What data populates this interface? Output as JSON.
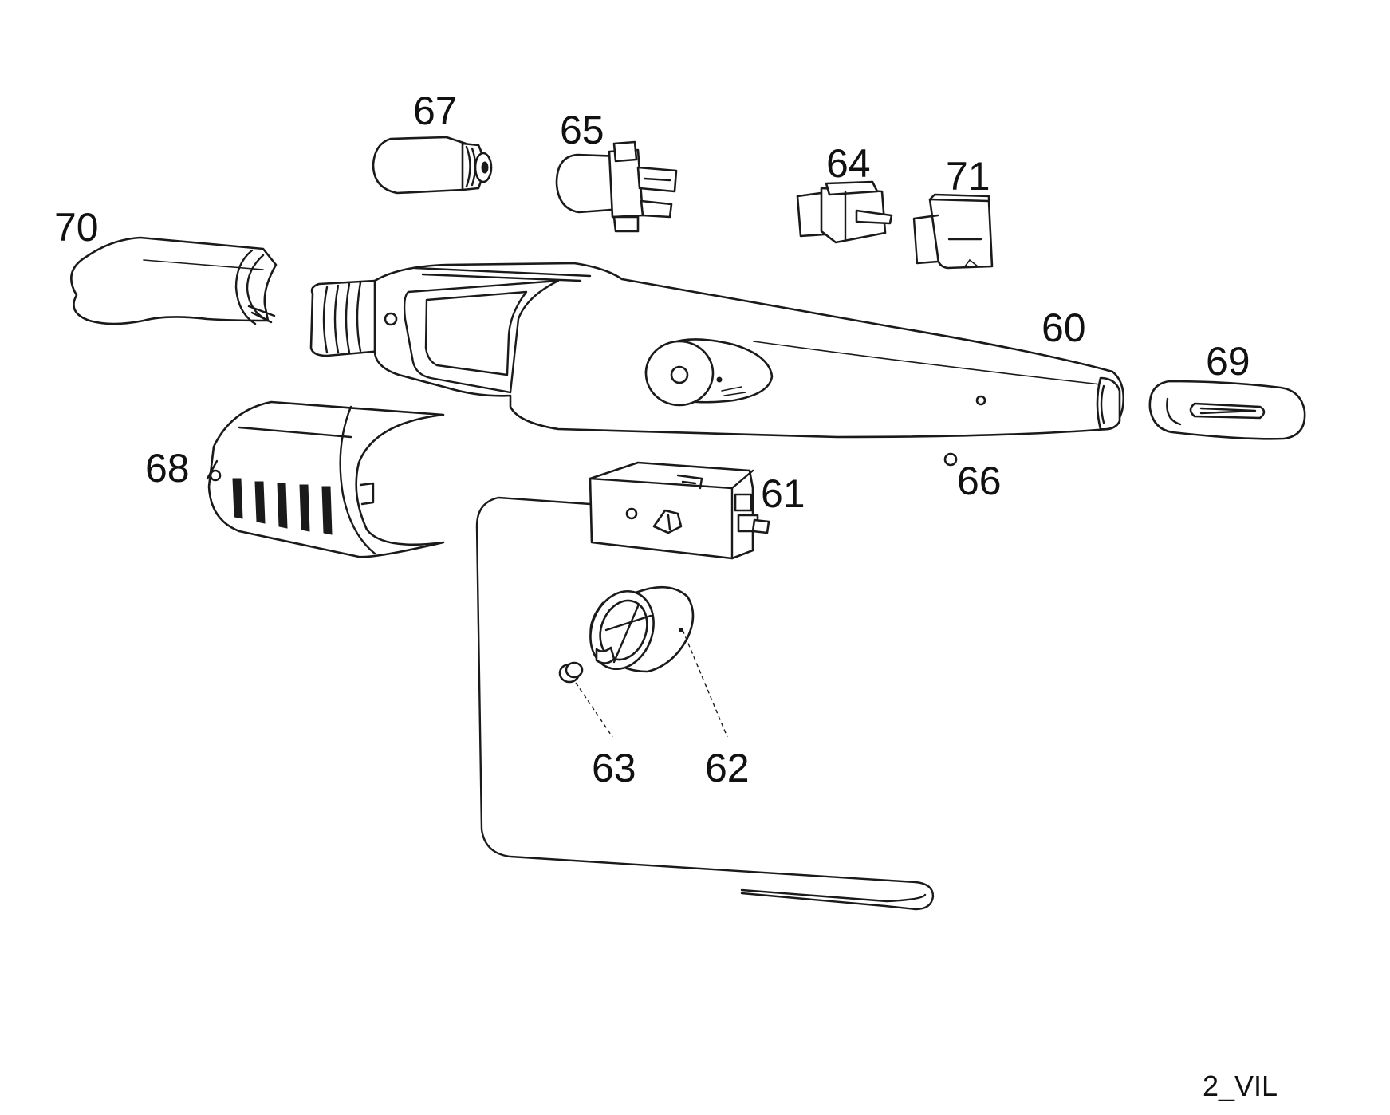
{
  "diagram": {
    "callouts": {
      "p60": "60",
      "p61": "61",
      "p62": "62",
      "p63": "63",
      "p64": "64",
      "p65": "65",
      "p66": "66",
      "p67": "67",
      "p68": "68",
      "p69": "69",
      "p70": "70",
      "p71": "71"
    },
    "drawing_code": "2_VIL"
  }
}
